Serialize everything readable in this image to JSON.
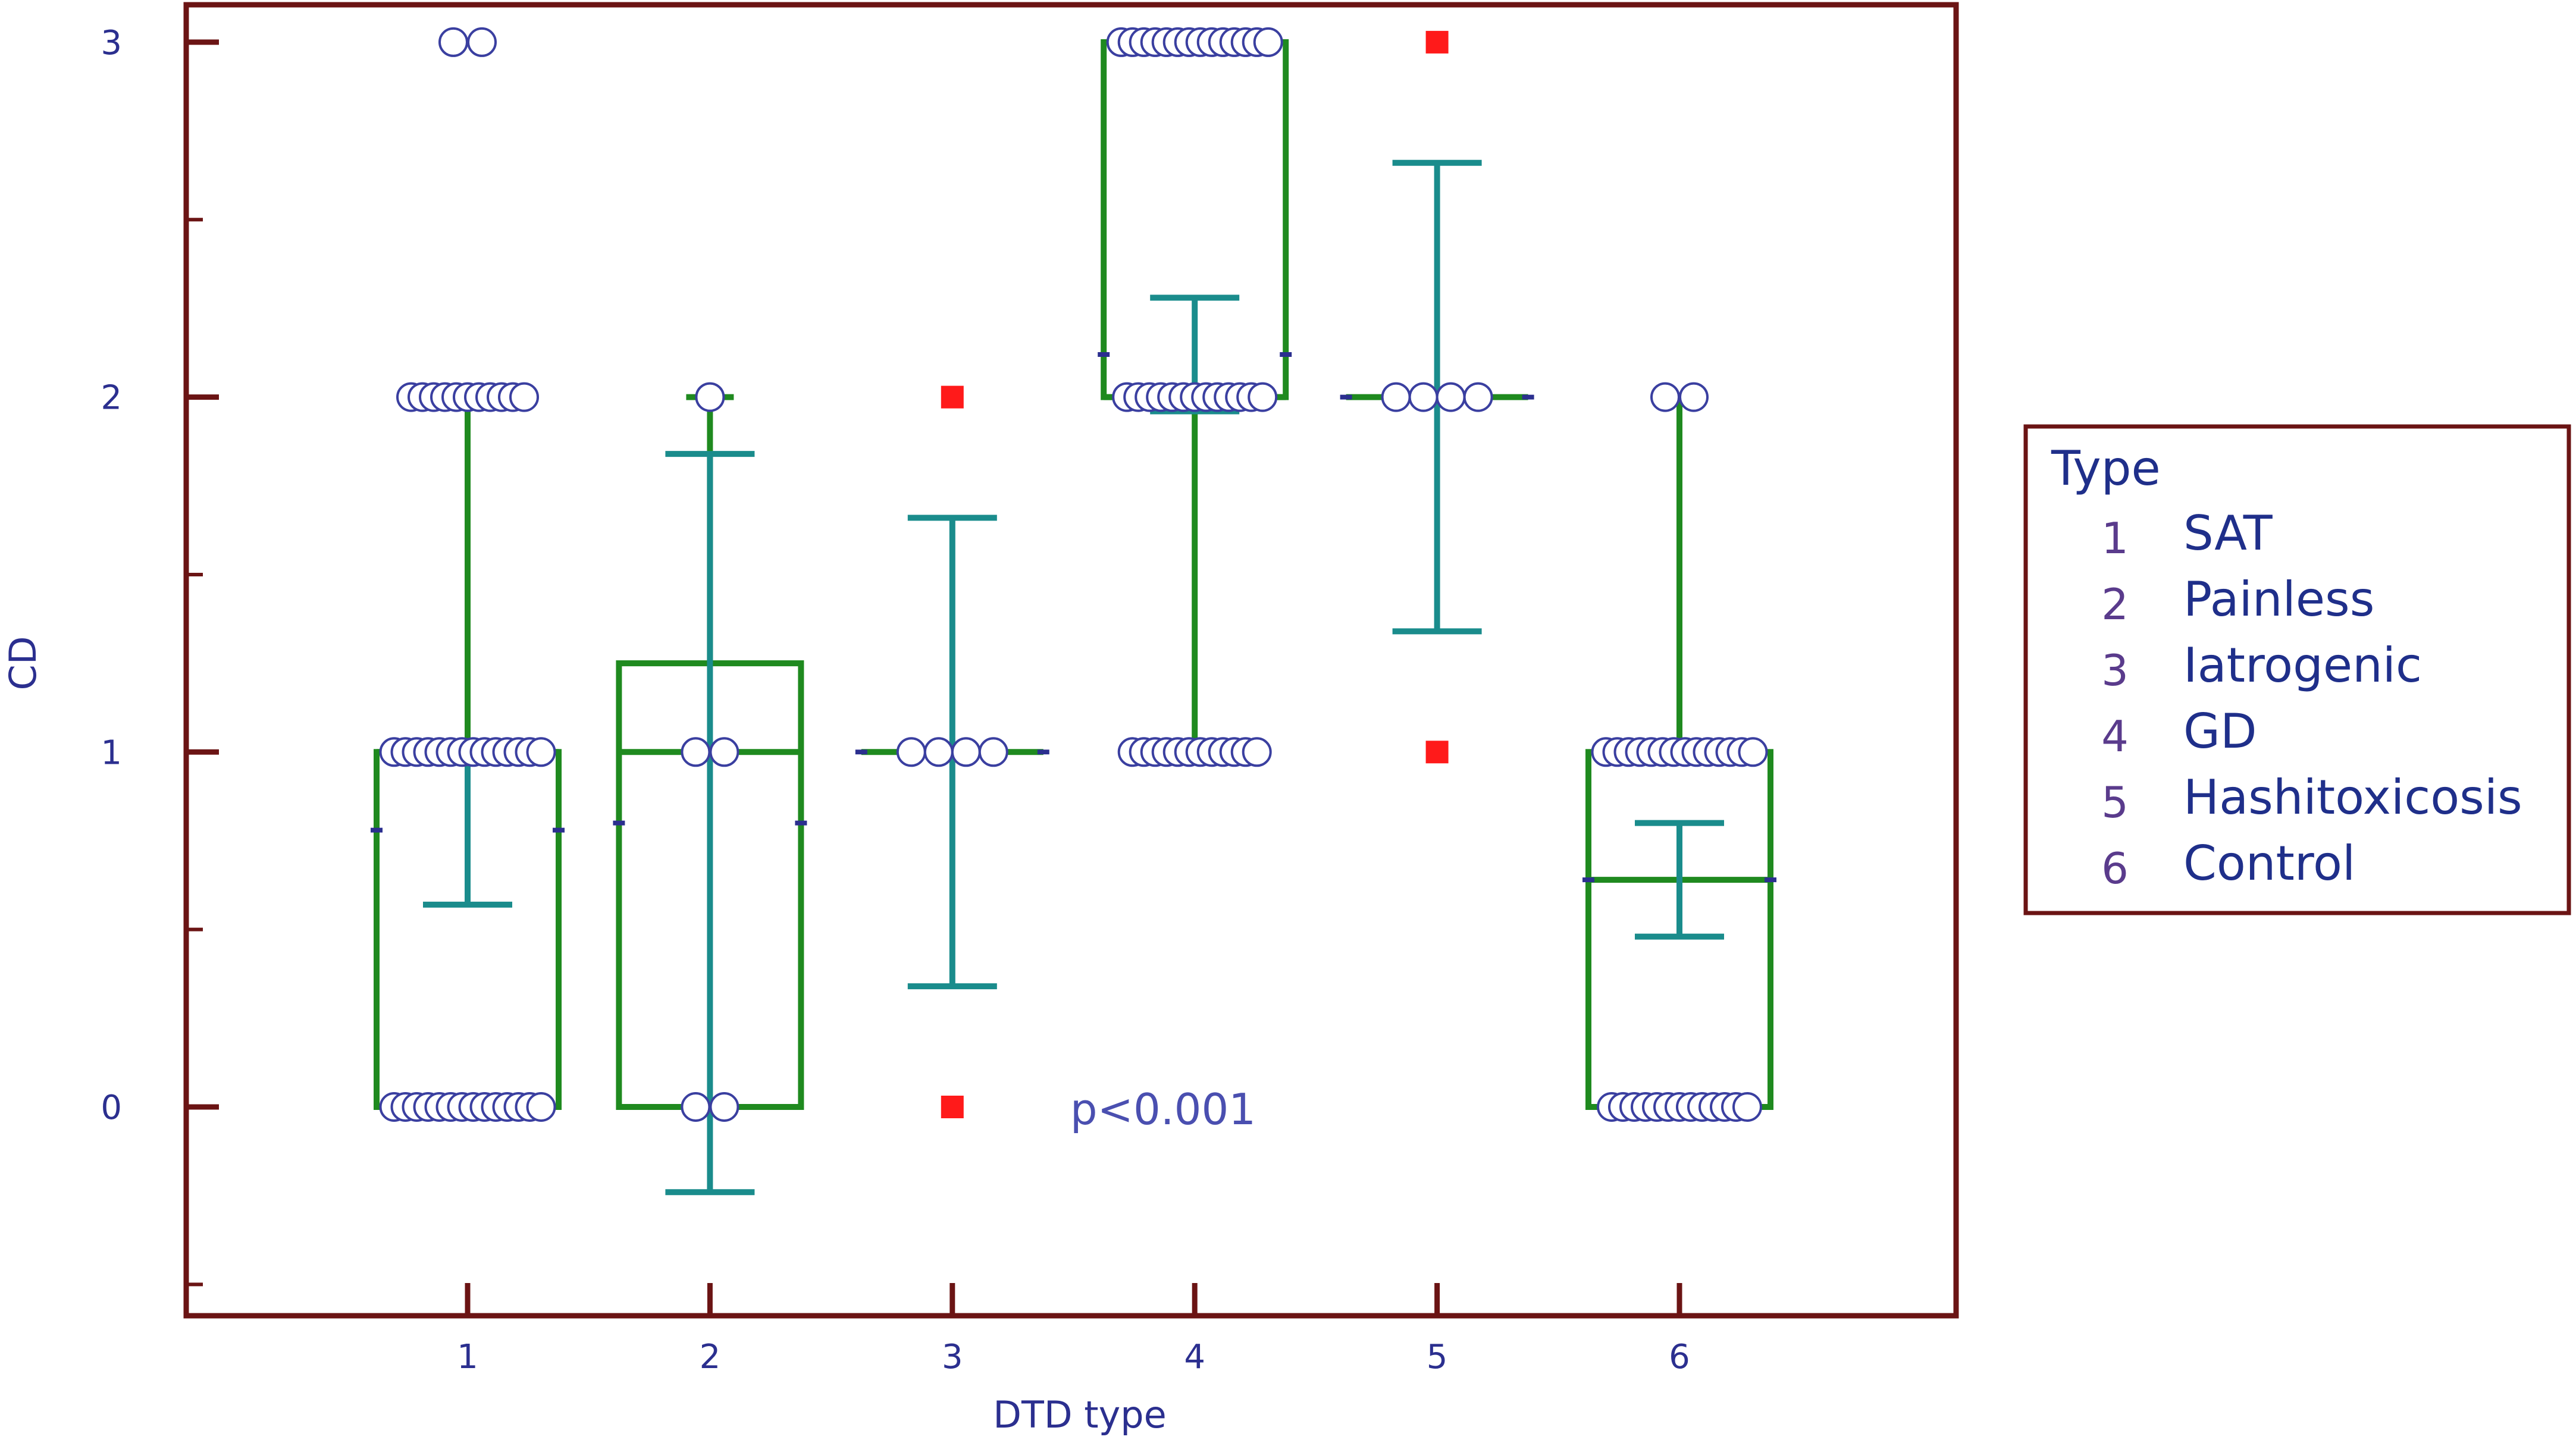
{
  "chart_data": {
    "type": "box",
    "xlabel": "DTD  type",
    "ylabel": "CD",
    "ylim": [
      -0.6,
      3.1
    ],
    "y_ticks": [
      0,
      1,
      2,
      3
    ],
    "categories": [
      "1",
      "2",
      "3",
      "4",
      "5",
      "6"
    ],
    "annotation": "p<0.001",
    "legend": {
      "title": "Type",
      "position": "right",
      "items": [
        {
          "code": "1",
          "name": "SAT"
        },
        {
          "code": "2",
          "name": "Painless"
        },
        {
          "code": "3",
          "name": "Iatrogenic"
        },
        {
          "code": "4",
          "name": "GD"
        },
        {
          "code": "5",
          "name": "Hashitoxicosis"
        },
        {
          "code": "6",
          "name": "Control"
        }
      ]
    },
    "boxes": [
      {
        "category": "1",
        "q1": 0,
        "median": 1,
        "q3": 1,
        "whisker_low": 0,
        "whisker_high": 2,
        "mean": 0.78,
        "ci": [
          0.57,
          1.0
        ],
        "outliers": []
      },
      {
        "category": "2",
        "q1": 0,
        "median": 1,
        "q3": 1.25,
        "whisker_low": 0,
        "whisker_high": 2,
        "mean": 0.8,
        "ci": [
          -0.24,
          1.84
        ],
        "outliers": []
      },
      {
        "category": "3",
        "q1": 1,
        "median": 1,
        "q3": 1,
        "whisker_low": 1,
        "whisker_high": 1,
        "mean": 1.0,
        "ci": [
          0.34,
          1.66
        ],
        "outliers": [
          0,
          2
        ]
      },
      {
        "category": "4",
        "q1": 2,
        "median": 2,
        "q3": 3,
        "whisker_low": 1,
        "whisker_high": 3,
        "mean": 2.12,
        "ci": [
          1.96,
          2.28
        ],
        "outliers": []
      },
      {
        "category": "5",
        "q1": 2,
        "median": 2,
        "q3": 2,
        "whisker_low": 2,
        "whisker_high": 2,
        "mean": 2.0,
        "ci": [
          1.34,
          2.66
        ],
        "outliers": [
          1,
          3
        ]
      },
      {
        "category": "6",
        "q1": 0,
        "median": 0.64,
        "q3": 1,
        "whisker_low": 0,
        "whisker_high": 2,
        "mean": 0.64,
        "ci": [
          0.48,
          0.8
        ],
        "outliers": []
      }
    ],
    "points": [
      {
        "category": "1",
        "value": 0,
        "count": 14
      },
      {
        "category": "1",
        "value": 1,
        "count": 14
      },
      {
        "category": "1",
        "value": 2,
        "count": 11
      },
      {
        "category": "1",
        "value": 3,
        "count": 2
      },
      {
        "category": "2",
        "value": 0,
        "count": 2
      },
      {
        "category": "2",
        "value": 1,
        "count": 2
      },
      {
        "category": "2",
        "value": 2,
        "count": 1
      },
      {
        "category": "3",
        "value": 1,
        "count": 4
      },
      {
        "category": "4",
        "value": 1,
        "count": 12
      },
      {
        "category": "4",
        "value": 2,
        "count": 13
      },
      {
        "category": "4",
        "value": 3,
        "count": 14
      },
      {
        "category": "5",
        "value": 2,
        "count": 4
      },
      {
        "category": "6",
        "value": 0,
        "count": 13
      },
      {
        "category": "6",
        "value": 1,
        "count": 14
      },
      {
        "category": "6",
        "value": 2,
        "count": 2
      }
    ],
    "colors": {
      "frame": "#6b1414",
      "box": "#1f8a1f",
      "ci": "#1a8c8c",
      "point_edge": "#3a3fa0",
      "point_fill": "#ffffff",
      "outlier": "#ff1a1a",
      "mean_marker": "#2b2f8f"
    }
  }
}
